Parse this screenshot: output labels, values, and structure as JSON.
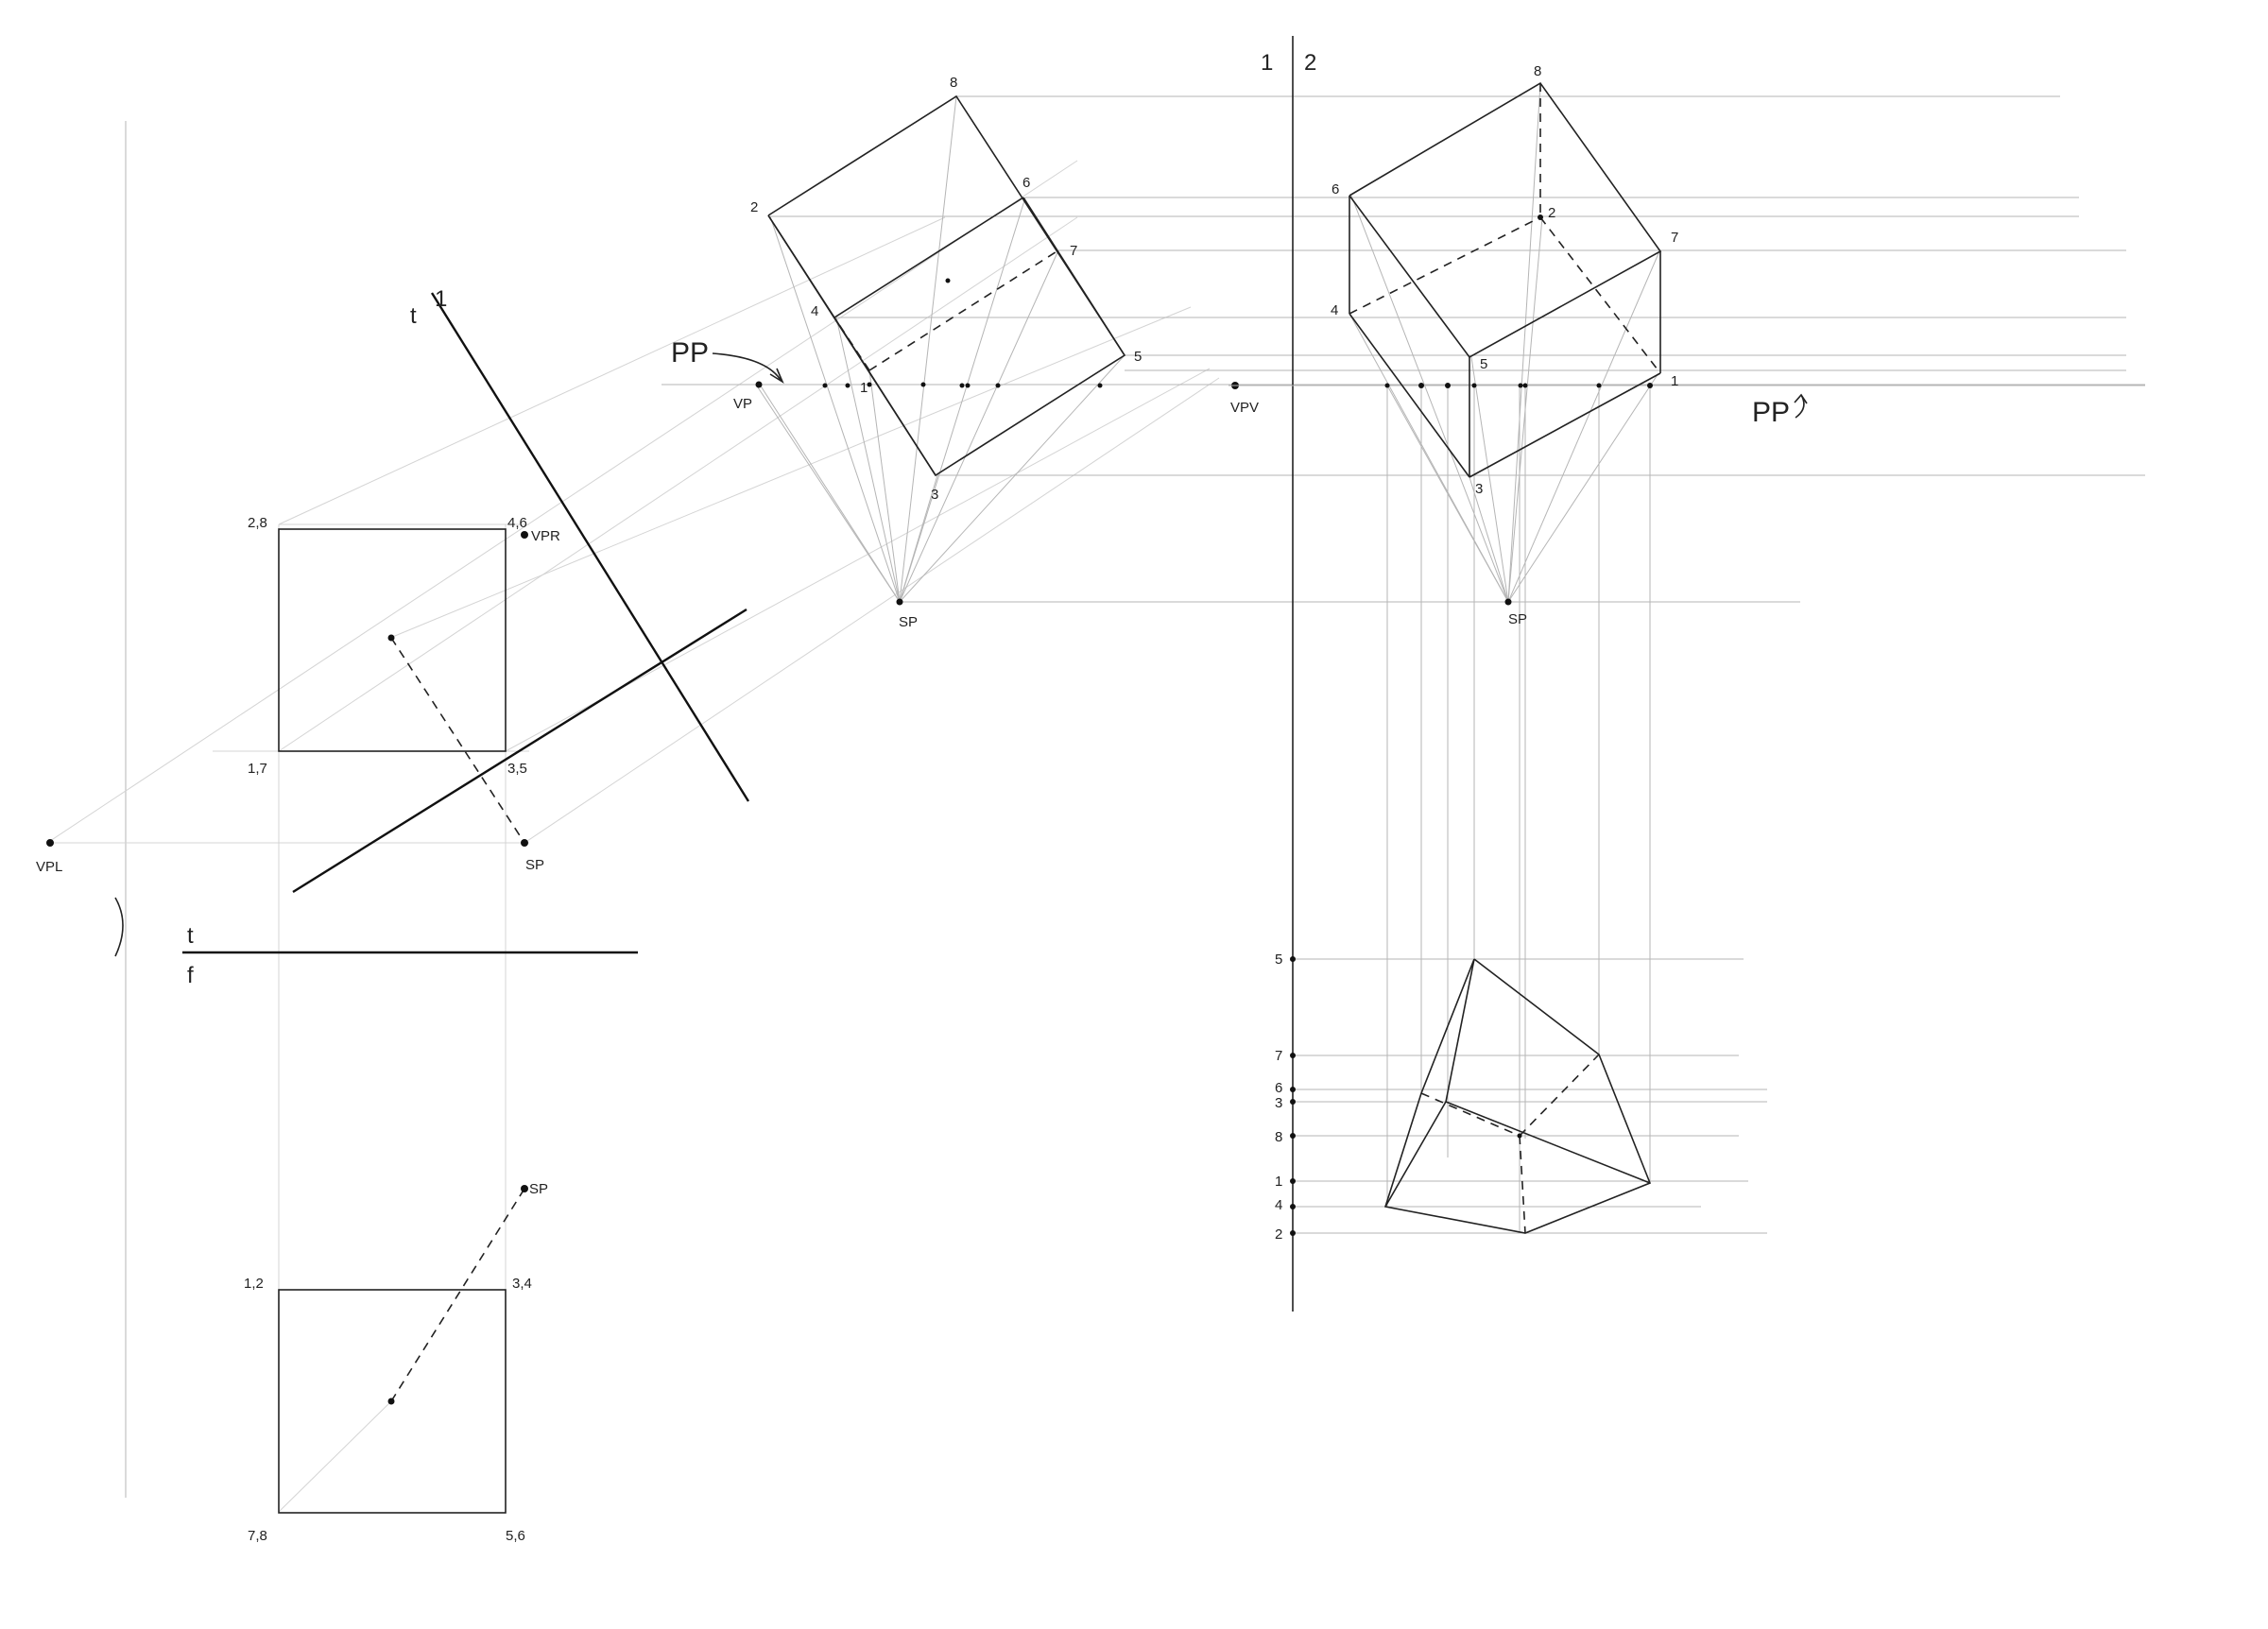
{
  "labels": {
    "t": "t",
    "f": "f",
    "one": "1",
    "two": "2",
    "pp": "PP",
    "vp": "VP",
    "vpl": "VPL",
    "vpr": "VPR",
    "vpv": "VPV",
    "sp": "SP",
    "plan_2_8": "2,8",
    "plan_4_6": "4,6",
    "plan_1_7": "1,7",
    "plan_3_5": "3,5",
    "elev_1_2": "1,2",
    "elev_3_4": "3,4",
    "elev_7_8": "7,8",
    "elev_5_6": "5,6",
    "n1": "1",
    "n2": "2",
    "n3": "3",
    "n4": "4",
    "n5": "5",
    "n6": "6",
    "n7": "7",
    "n8": "8"
  },
  "colors": {
    "ink": "#111111",
    "construction": "#b5b5b5"
  }
}
